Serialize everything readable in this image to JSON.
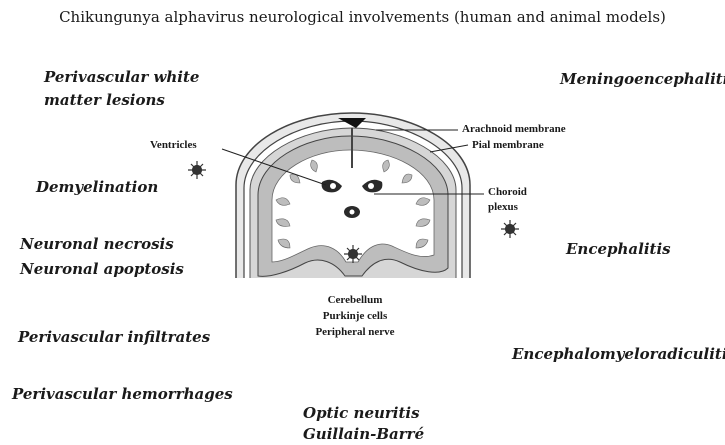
{
  "title": "Chikungunya alphavirus neurological involvements (human and animal models)",
  "left_labels": {
    "perivascular_white_line1": "Perivascular white",
    "perivascular_white_line2": "matter lesions",
    "demyelination": "Demyelination",
    "neuronal_necrosis": "Neuronal necrosis",
    "neuronal_apoptosis": "Neuronal apoptosis",
    "perivascular_infiltrates": "Perivascular infiltrates",
    "perivascular_hemorrhages": "Perivascular hemorrhages"
  },
  "right_labels": {
    "meningoencephalitis": "Meningoencephalitis",
    "encephalitis": "Encephalitis",
    "encephalomyeloradiculitis": "Encephalomyeloradiculitis"
  },
  "anatomy_labels": {
    "ventricles": "Ventricles",
    "arachnoid": "Arachnoid membrane",
    "pial": "Pial membrane",
    "choroid_line1": "Choroid",
    "choroid_line2": "plexus"
  },
  "center_list": [
    "Cerebellum",
    "Purkinje cells",
    "Peripheral nerve"
  ],
  "bottom_labels": {
    "optic_neuritis": "Optic neuritis",
    "guillain_barre": "Guillain-Barré"
  },
  "icons": [
    "virus-icon",
    "virus-icon",
    "virus-icon"
  ]
}
